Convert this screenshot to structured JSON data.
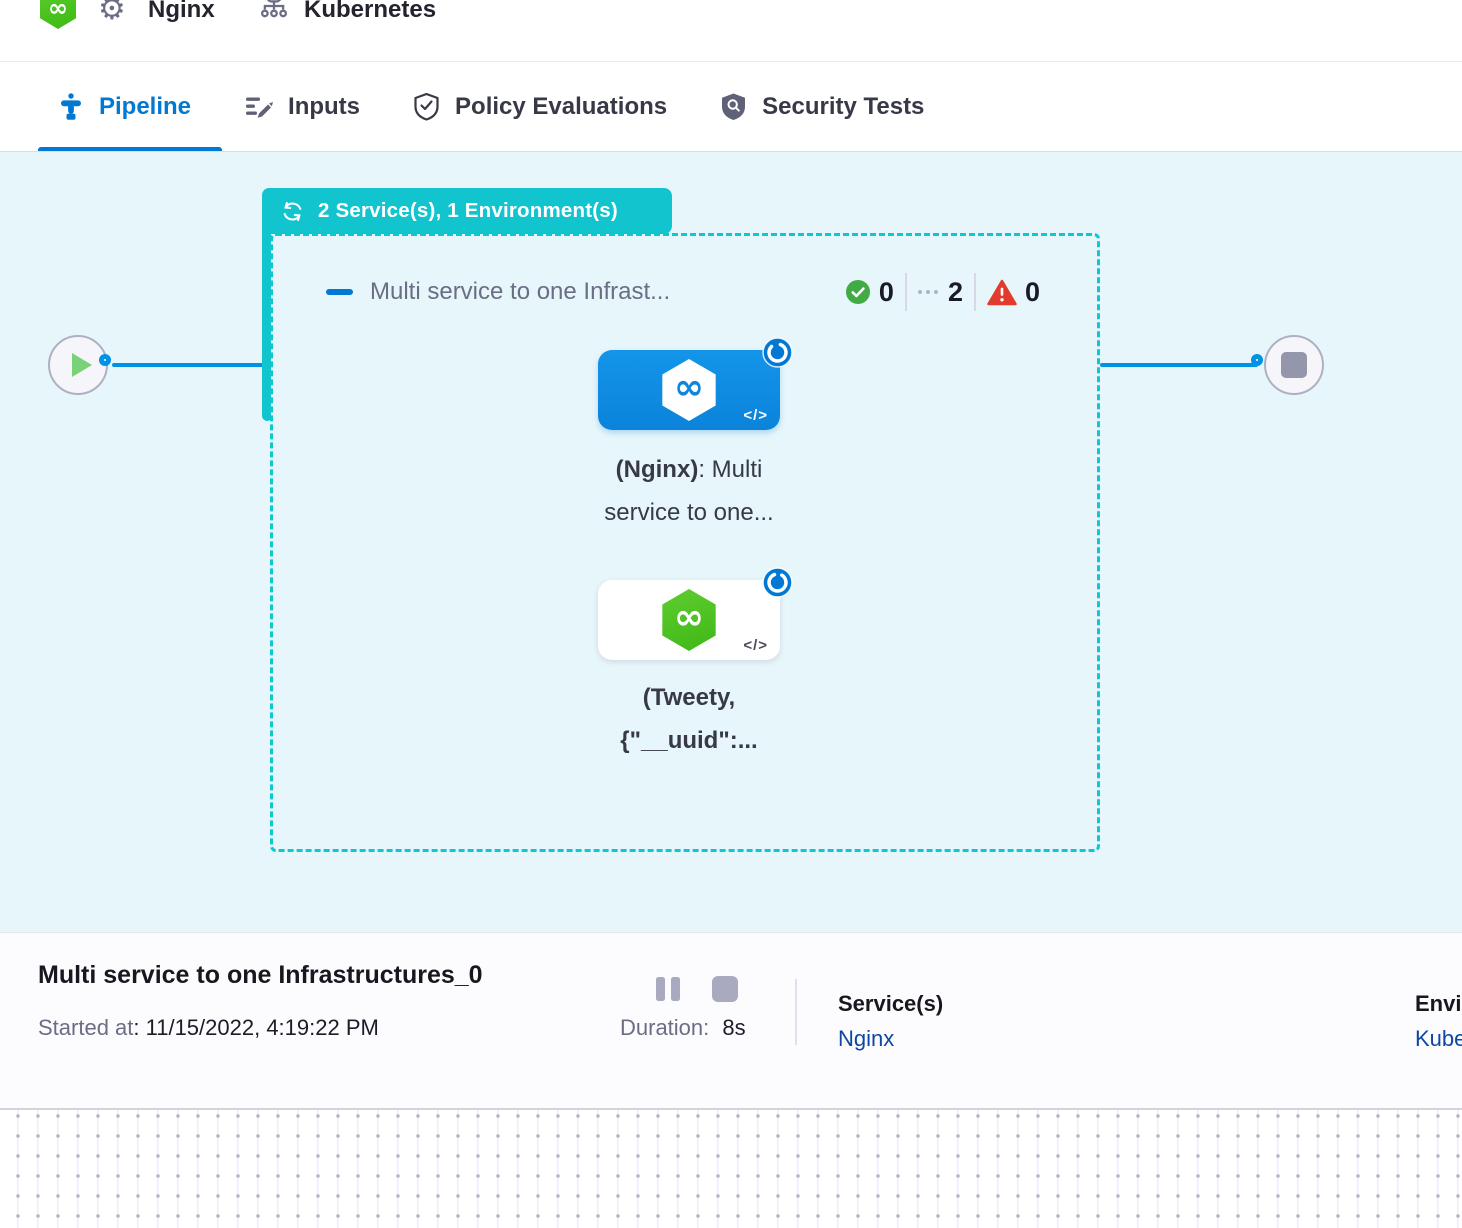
{
  "icons": {
    "infinity": "∞",
    "code": "</>"
  },
  "header": {
    "service_name": "Nginx",
    "environment_name": "Kubernetes"
  },
  "tabs": [
    {
      "label": "Pipeline",
      "active": true
    },
    {
      "label": "Inputs"
    },
    {
      "label": "Policy Evaluations"
    },
    {
      "label": "Security Tests"
    }
  ],
  "canvas": {
    "badge_label": "2 Service(s), 1 Environment(s)",
    "stage_title": "Multi service to one Infrast...",
    "counts": {
      "success": "0",
      "running": "2",
      "failed": "0"
    },
    "nodes": [
      {
        "name_bold": "(Nginx)",
        "name_rest": ": Multi",
        "line2": "service to one..."
      },
      {
        "line1": "(Tweety,",
        "line2": "{\"__uuid\":..."
      }
    ]
  },
  "footer": {
    "title": "Multi service to one Infrastructures_0",
    "started_label": "Started at",
    "started_value": ": 11/15/2022, 4:19:22 PM",
    "duration_label": "Duration:",
    "duration_value": "8s",
    "services_label": "Service(s)",
    "services_value": "Nginx",
    "environment_label": "Environment(s)",
    "environment_value": "Kubernetes"
  },
  "colors": {
    "accent_blue": "#0278D5",
    "edge_blue": "#0092E4",
    "teal": "#0BC8D2",
    "success_green": "#42AB45",
    "fail_red": "#E33A2E",
    "node_green": "#4CC41F"
  }
}
